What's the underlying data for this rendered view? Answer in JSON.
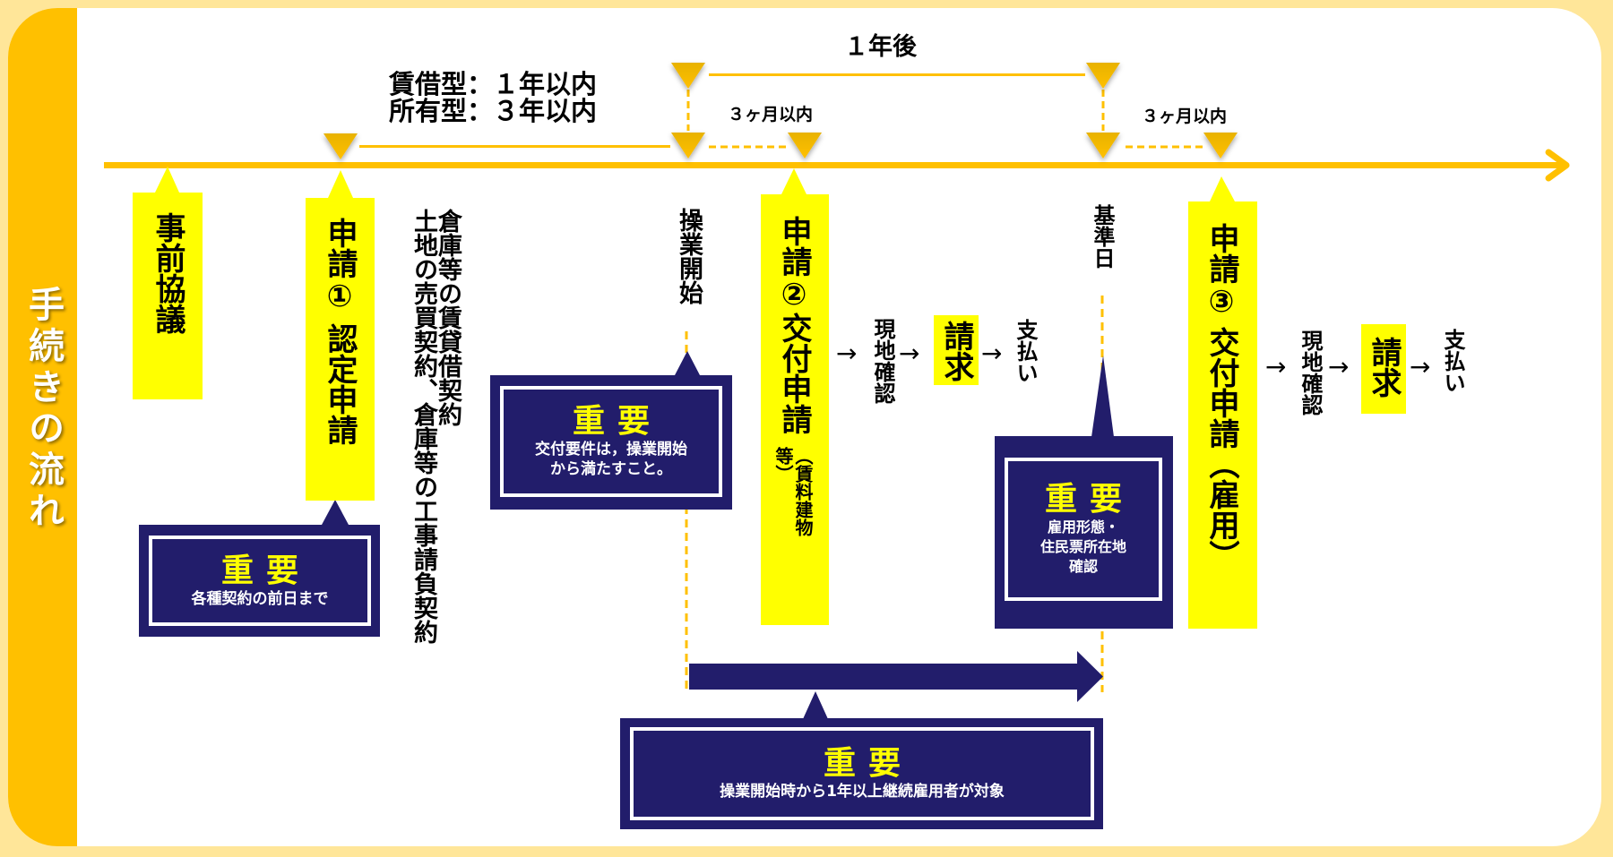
{
  "title": "手続きの流れ",
  "colors": {
    "timeline": "#ffc000",
    "box_yellow": "#ffff00",
    "callout_navy": "#221d6b",
    "callout_title": "#ffff00",
    "page_bg": "#ffe699"
  },
  "periods": {
    "approval_limit_rental": "賃借型：１年以内",
    "approval_limit_owned": "所有型：３年以内",
    "one_year_after": "１年後",
    "within_3_months_a": "３ヶ月以内",
    "within_3_months_b": "３ヶ月以内"
  },
  "steps": {
    "pre_consultation": "事前協議",
    "application1_head": "申請①",
    "application1_body": "認定申請",
    "contracts_col1": "倉庫等の賃貸借契約",
    "contracts_col2": "土地の売買契約、倉庫等の工事請負契約",
    "operation_start": "操業開始",
    "application2_head": "申請②交付申請",
    "application2_note": "（賃料建物等）",
    "reference_date": "基準日",
    "application3_head": "申請③",
    "application3_body": "交付申請（雇用）"
  },
  "flow2": {
    "site_check": "現地確認",
    "claim": "請求",
    "payment": "支払い",
    "arrow": "→"
  },
  "flow3": {
    "site_check": "現地確認",
    "claim": "請求",
    "payment": "支払い",
    "arrow": "→"
  },
  "callouts": [
    {
      "title": "重要",
      "text": "各種契約の前日まで"
    },
    {
      "title": "重要",
      "text": "交付要件は，操業開始\nから満たすこと。"
    },
    {
      "title": "重要",
      "text": "雇用形態・\n住民票所在地\n確認"
    },
    {
      "title": "重要",
      "text": "操業開始時から1年以上継続雇用者が対象"
    }
  ]
}
